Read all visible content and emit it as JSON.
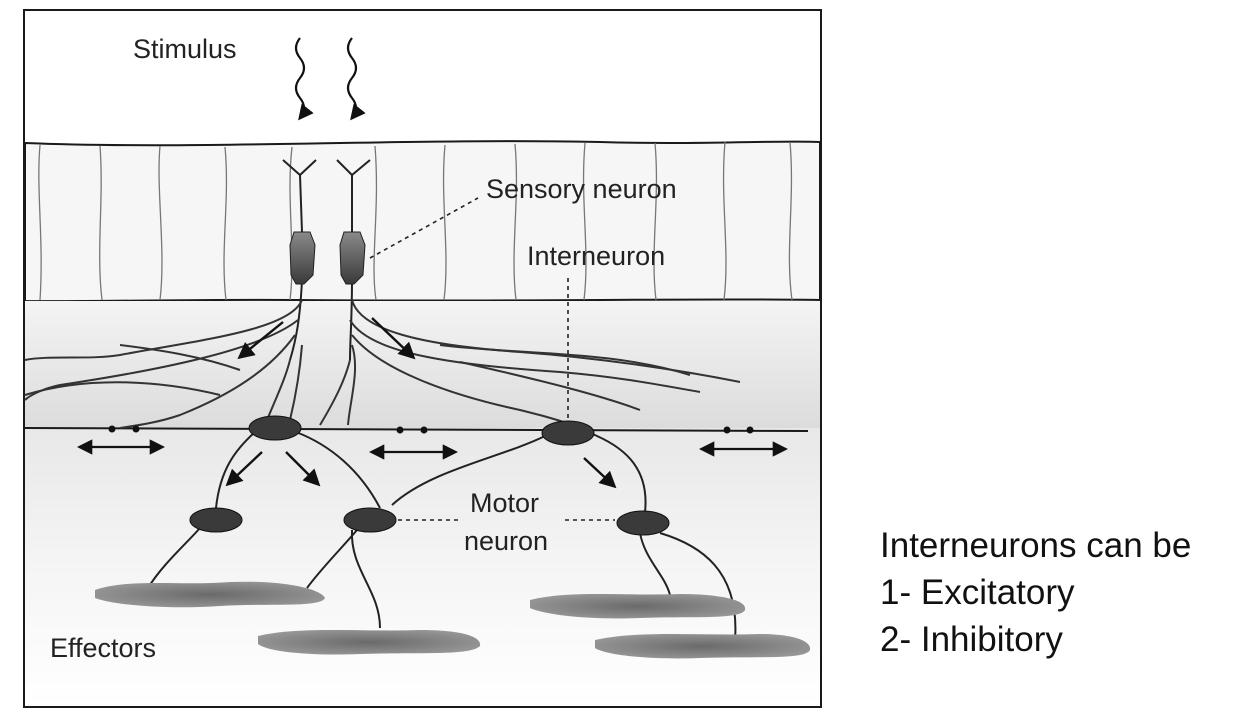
{
  "diagram": {
    "labels": {
      "stimulus": "Stimulus",
      "sensory_neuron": "Sensory neuron",
      "interneuron": "Interneuron",
      "motor_line1": "Motor",
      "motor_line2": "neuron",
      "effectors": "Effectors"
    }
  },
  "notes": {
    "heading": "Interneurons can be",
    "items": [
      "1- Excitatory",
      "2- Inhibitory"
    ]
  },
  "colors": {
    "outline": "#1a1a1a",
    "cell_body": "#3a3a3a",
    "effector": "#7a7a7a",
    "skin": "#f7f7f7"
  }
}
